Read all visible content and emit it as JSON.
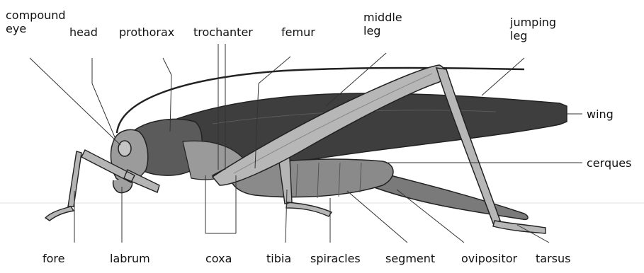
{
  "labels": {
    "compound_eye": "compound eye",
    "head": "head",
    "prothorax": "prothorax",
    "trochanter": "trochanter",
    "femur": "femur",
    "middle_leg": "middle leg",
    "jumping_leg": "jumping leg",
    "wing": "wing",
    "cerques": "cerques",
    "fore": "fore",
    "labrum": "labrum",
    "coxa": "coxa",
    "tibia": "tibia",
    "spiracles": "spiracles",
    "segment": "segment",
    "ovipositor": "ovipositor",
    "tarsus": "tarsus"
  },
  "colors": {
    "body_dark": "#3c3c3c",
    "body_mid": "#6e6e6e",
    "body_light": "#a9a9a9",
    "leg": "#b7b7b7",
    "outline": "#222222",
    "leader": "#333333"
  }
}
